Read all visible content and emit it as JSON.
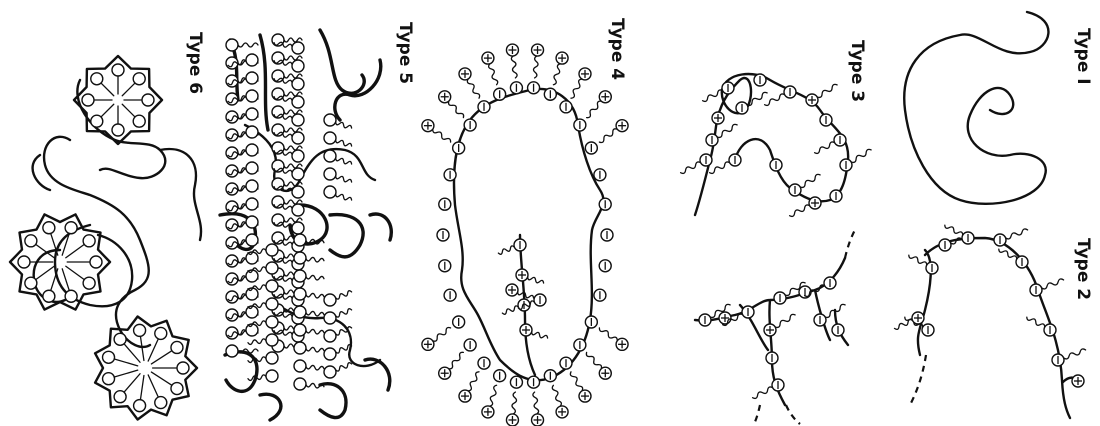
{
  "figure": {
    "labels": {
      "type1": "Type I",
      "type2": "Type 2",
      "type3": "Type 3",
      "type4": "Type 4",
      "type5": "Type 5",
      "type6": "Type 6"
    },
    "ink_color": "#111111",
    "background": "#ffffff",
    "icons": {
      "anionic_head": "circle-with-bar",
      "cationic_head": "circle-with-plus",
      "plain_head": "open-circle"
    }
  }
}
